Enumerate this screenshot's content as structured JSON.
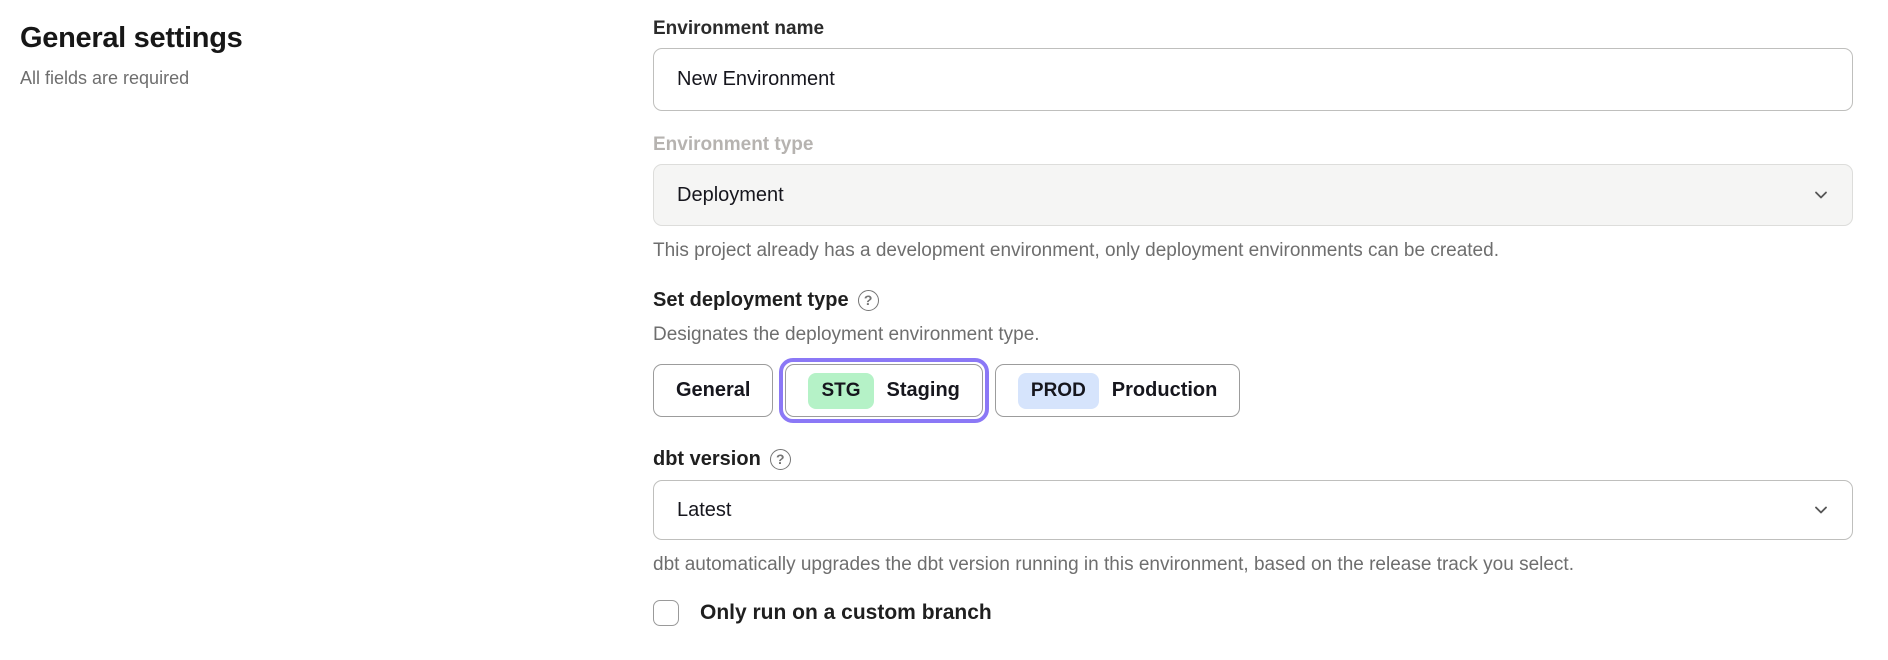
{
  "page": {
    "heading": "General settings",
    "subheading": "All fields are required"
  },
  "icons": {
    "help_glyph": "?"
  },
  "colors": {
    "accent_purple": "#8b78f6",
    "staging_badge_bg": "#b5f2c7",
    "production_badge_bg": "#d6e4fc",
    "disabled_field_bg": "#f5f5f4"
  },
  "form": {
    "environment_name": {
      "label": "Environment name",
      "value": "New Environment"
    },
    "environment_type": {
      "label": "Environment type",
      "value": "Deployment",
      "helper": "This project already has a development environment, only deployment environments can be created."
    },
    "deployment_type": {
      "label": "Set deployment type",
      "description": "Designates the deployment environment type.",
      "options": [
        {
          "label": "General",
          "badge": "",
          "selected": false
        },
        {
          "label": "Staging",
          "badge": "STG",
          "badge_color": "#b5f2c7",
          "selected": true
        },
        {
          "label": "Production",
          "badge": "PROD",
          "badge_color": "#d6e4fc",
          "selected": false
        }
      ]
    },
    "dbt_version": {
      "label": "dbt version",
      "value": "Latest",
      "helper": "dbt automatically upgrades the dbt version running in this environment, based on the release track you select."
    },
    "custom_branch": {
      "label": "Only run on a custom branch",
      "checked": false
    }
  }
}
